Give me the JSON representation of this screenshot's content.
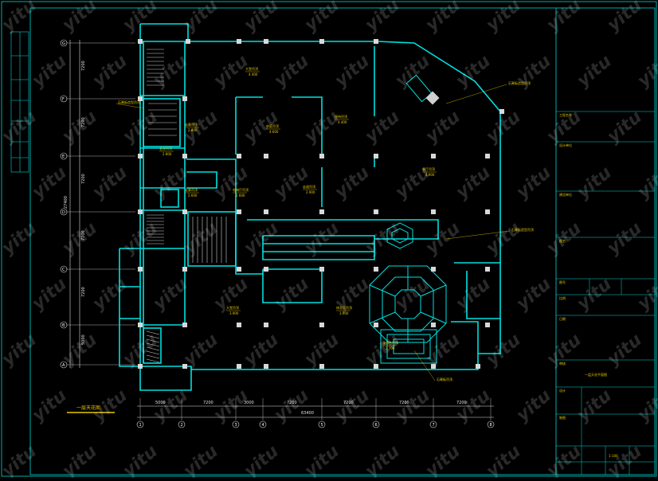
{
  "drawing": {
    "title": "一层天花图",
    "overall_dimension": "63400",
    "left_overall_dimension": "27400",
    "bottom_dimensions": [
      "5000",
      "7200",
      "3000",
      "7200",
      "7200",
      "7200",
      "7200",
      "7200"
    ],
    "left_dimensions": [
      "7200",
      "7200",
      "7200",
      "7200",
      "7200",
      "5000"
    ],
    "bottom_grid_labels": [
      "1",
      "2",
      "3",
      "4",
      "5",
      "6",
      "7",
      "8"
    ],
    "left_grid_labels": [
      "G",
      "F",
      "E",
      "D",
      "C",
      "B",
      "A"
    ],
    "watermark": "yitu",
    "room_labels": [
      {
        "name": "大堂吊顶",
        "elev": "4.400"
      },
      {
        "name": "中庭吊顶",
        "elev": "4.600"
      },
      {
        "name": "走廊吊顶",
        "elev": "2.800"
      },
      {
        "name": "会议吊顶",
        "elev": "2.800"
      },
      {
        "name": "接待吊顶",
        "elev": "4.400"
      },
      {
        "name": "走廊吊顶",
        "elev": "2.600"
      },
      {
        "name": "电梯厅吊顶",
        "elev": "2.600"
      },
      {
        "name": "走道吊顶",
        "elev": "2.900"
      },
      {
        "name": "餐厅吊顶",
        "elev": "4.900"
      },
      {
        "name": "休息区吊顶",
        "elev": "3.000"
      },
      {
        "name": "服务台吊顶",
        "elev": "2.700"
      },
      {
        "name": "大堂吊顶",
        "elev": "3.900"
      }
    ],
    "callouts": [
      "石膏板造型吊顶",
      "石膏板造型吊顶",
      "石膏板造型吊顶",
      "石膏板吊顶"
    ]
  },
  "title_block": {
    "rows": [
      "工程名称",
      "设计单位",
      "建设单位",
      "图名",
      "图号",
      "比例",
      "日期",
      "审核",
      "设计",
      "制图"
    ],
    "drawing_name": "一层天花平面图",
    "scale": "1:100"
  },
  "colors": {
    "background": "#000000",
    "wall": "#00e0e0",
    "label": "#e8c800",
    "dimension": "#e0e0e0",
    "column": "#d8d8d8"
  }
}
